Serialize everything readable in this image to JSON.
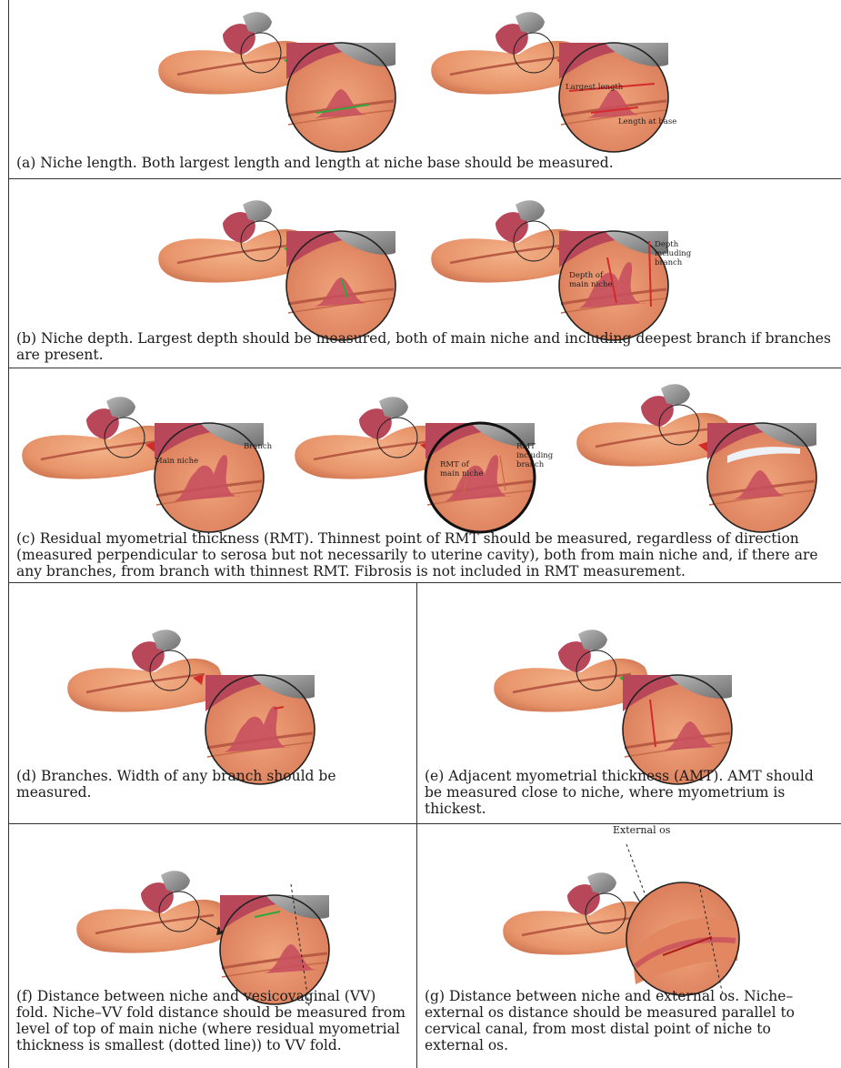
{
  "panels": {
    "a": {
      "caption": "(a) Niche length. Both largest length and length at niche base should be measured.",
      "labels": {
        "largest_length": "Largest length",
        "length_at_base": "Length at base"
      }
    },
    "b": {
      "caption": "(b) Niche depth. Largest depth should be measured, both of main niche and including deepest branch if branches are present.",
      "labels": {
        "depth_main_1": "Depth of",
        "depth_main_2": "main niche",
        "depth_branch_1": "Depth",
        "depth_branch_2": "including",
        "depth_branch_3": "branch"
      }
    },
    "c": {
      "caption": "(c) Residual myometrial thickness (RMT). Thinnest point of RMT should be measured, regardless of direction (measured perpendicular to serosa but not necessarily to uterine cavity), both from main niche and, if there are any branches, from branch with thinnest RMT. Fibrosis is not included in RMT measurement.",
      "labels": {
        "main_niche": "Main niche",
        "branch": "Branch",
        "rmt_main_1": "RMT of",
        "rmt_main_2": "main niche",
        "rmt_branch_1": "RMT",
        "rmt_branch_2": "including",
        "rmt_branch_3": "branch"
      }
    },
    "d": {
      "caption": "(d) Branches. Width of any branch should be measured."
    },
    "e": {
      "caption": "(e) Adjacent myometrial thickness (AMT). AMT should be measured close to niche, where myometrium is thickest."
    },
    "f": {
      "caption": "(f) Distance between niche and vesicovaginal (VV) fold. Niche–VV fold distance should be measured from level of top of main niche (where residual myometrial thickness is smallest (dotted line)) to VV fold."
    },
    "g": {
      "caption": "(g) Distance between niche and external os. Niche–external os distance should be measured parallel to cervical canal, from most distal point of niche to external os.",
      "labels": {
        "external_os": "External os"
      }
    }
  },
  "colors": {
    "uterus": "#e8946a",
    "uterus_dark": "#c76a48",
    "niche": "#c8505e",
    "bladder": "#8c8c8c",
    "green": "#2fa83a",
    "red": "#d42a2a"
  }
}
